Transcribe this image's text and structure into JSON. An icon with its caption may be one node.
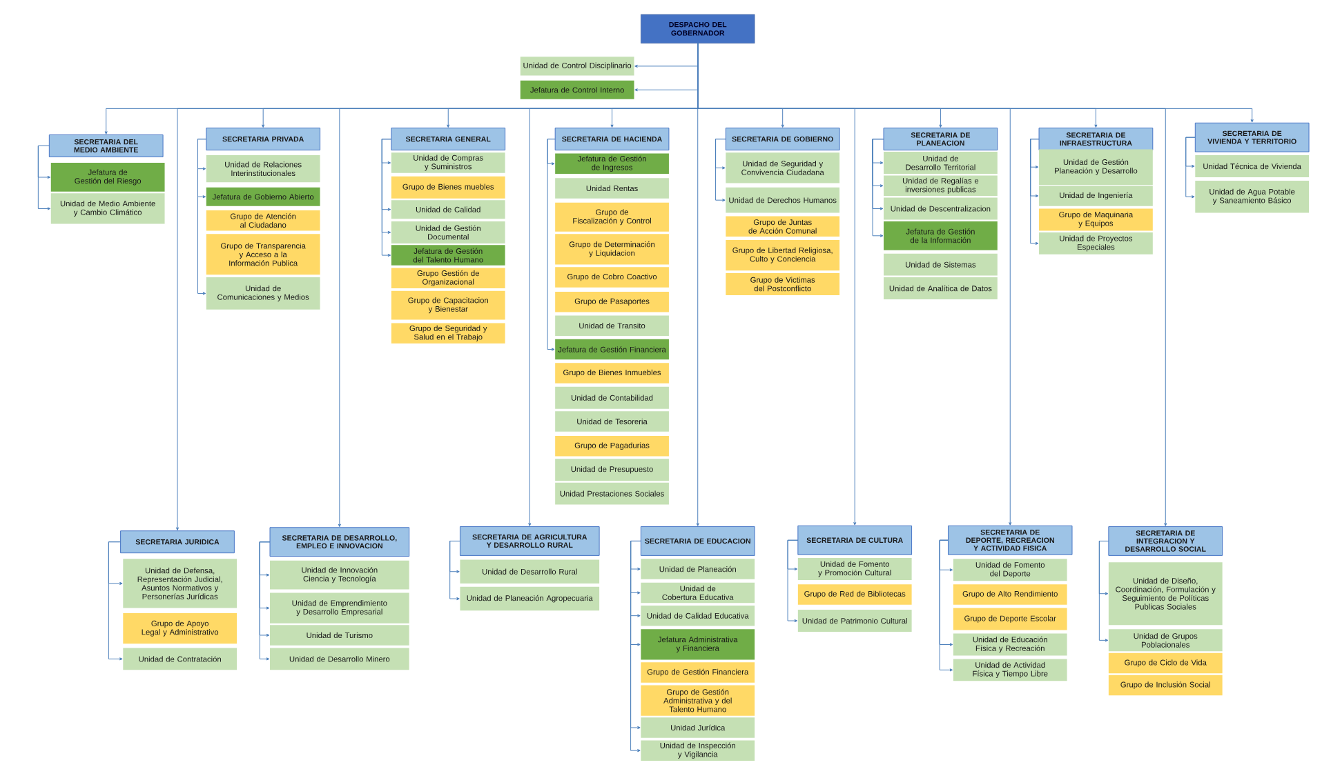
{
  "diagram": {
    "nodes": [
      {
        "text": [
          "DESPACHO DEL GOBERNADOR"
        ]
      },
      {
        "text": [
          "Unidad de Control Disciplinario"
        ]
      },
      {
        "text": [
          "Jefatura de Control Interno"
        ]
      },
      {
        "text": [
          "SECRETARIA DEL MEDIO AMBIENTE"
        ]
      },
      {
        "text": [
          "Jefatura de Gestión del Riesgo"
        ]
      },
      {
        "text": [
          "Unidad de Medio Ambiente y Cambio Climático"
        ]
      },
      {
        "text": [
          "SECRETARIA PRIVADA"
        ]
      },
      {
        "text": [
          "Unidad de Relaciones Interinstitucionales"
        ]
      },
      {
        "text": [
          "Jefatura de Gobierno Abierto"
        ]
      },
      {
        "text": [
          "Grupo de Atención al Ciudadano"
        ]
      },
      {
        "text": [
          "Grupo de Transparencia y Acceso a la Información Publica"
        ]
      },
      {
        "text": [
          "Unidad de Comunicaciones y Medios"
        ]
      },
      {
        "text": [
          "SECRETARIA GENERAL"
        ]
      },
      {
        "text": [
          "Unidad de Compras y Suministros"
        ]
      },
      {
        "text": [
          "Grupo de Bienes muebles"
        ]
      },
      {
        "text": [
          "Unidad de Calidad"
        ]
      },
      {
        "text": [
          "Unidad de Gestión Documental"
        ]
      },
      {
        "text": [
          "Jefatura de Gestión del Talento Humano"
        ]
      },
      {
        "text": [
          "Grupo Gestión de Organizacional"
        ]
      },
      {
        "text": [
          "Grupo de Capacitacion y Bienestar"
        ]
      },
      {
        "text": [
          "Grupo de Seguridad y Salud en el Trabajo"
        ]
      },
      {
        "text": [
          "SECRETARIA DE HACIENDA"
        ]
      },
      {
        "text": [
          "Jefatura de Gestión de Ingresos"
        ]
      },
      {
        "text": [
          "Unidad Rentas"
        ]
      },
      {
        "text": [
          "Grupo de Fiscalización y Control"
        ]
      },
      {
        "text": [
          "Grupo de Determinación y Liquidacion"
        ]
      },
      {
        "text": [
          "Grupo de Cobro Coactivo"
        ]
      },
      {
        "text": [
          "Grupo de Pasaportes"
        ]
      },
      {
        "text": [
          "Unidad de Transito"
        ]
      },
      {
        "text": [
          "Jefatura de Gestión Financiera"
        ]
      },
      {
        "text": [
          "Grupo de Bienes Inmuebles"
        ]
      },
      {
        "text": [
          "Unidad de Contabilidad"
        ]
      },
      {
        "text": [
          "Unidad de Tesoreria"
        ]
      },
      {
        "text": [
          "Grupo de Pagadurias"
        ]
      },
      {
        "text": [
          "Unidad de Presupuesto"
        ]
      },
      {
        "text": [
          "Unidad Prestaciones Sociales"
        ]
      },
      {
        "text": [
          "SECRETARIA DE GOBIERNO"
        ]
      },
      {
        "text": [
          "Unidad de Seguridad y Convivencia Ciudadana"
        ]
      },
      {
        "text": [
          "Unidad de Derechos Humanos"
        ]
      },
      {
        "text": [
          "Grupo de Juntas de Acción Comunal"
        ]
      },
      {
        "text": [
          "Grupo de Libertad Religiosa, Culto y Conciencia"
        ]
      },
      {
        "text": [
          "Grupo de Victimas del Postconflicto"
        ]
      },
      {
        "text": [
          "SECRETARIA DE PLANEACION"
        ]
      },
      {
        "text": [
          "Unidad de Desarrollo Territorial"
        ]
      },
      {
        "text": [
          "Unidad de Regalías e inversiones publicas"
        ]
      },
      {
        "text": [
          "Unidad de Descentralizacion"
        ]
      },
      {
        "text": [
          "Jefatura de Gestión de la Información"
        ]
      },
      {
        "text": [
          "Unidad de Sistemas"
        ]
      },
      {
        "text": [
          "Unidad de Analítica de Datos"
        ]
      },
      {
        "text": [
          "SECRETARIA DE INFRAESTRUCTURA"
        ]
      },
      {
        "text": [
          "Unidad de Gestión Planeación y Desarrollo"
        ]
      },
      {
        "text": [
          "Unidad de Ingeniería"
        ]
      },
      {
        "text": [
          "Grupo de Maquinaria y Equipos"
        ]
      },
      {
        "text": [
          "Unidad de Proyectos Especiales"
        ]
      },
      {
        "text": [
          "SECRETARIA DE VIVIENDA Y TERRITORIO"
        ]
      },
      {
        "text": [
          "Unidad Técnica de Vivienda"
        ]
      },
      {
        "text": [
          "Unidad de Agua Potable y Saneamiento Básico"
        ]
      },
      {
        "text": [
          "SECRETARIA JURIDICA"
        ]
      },
      {
        "text": [
          "Unidad de Defensa, Representación Judicial, Asuntos Normativos y Personerías Jurídicas"
        ]
      },
      {
        "text": [
          "Grupo de Apoyo Legal y Administrativo"
        ]
      },
      {
        "text": [
          "Unidad de Contratación"
        ]
      },
      {
        "text": [
          "SECRETARIA DE DESARROLLO, EMPLEO E INNOVACION"
        ]
      },
      {
        "text": [
          "Unidad de Innovación Ciencia y Tecnología"
        ]
      },
      {
        "text": [
          "Unidad de Emprendimiento y Desarrollo Empresarial"
        ]
      },
      {
        "text": [
          "Unidad de Turismo"
        ]
      },
      {
        "text": [
          "Unidad de Desarrollo Minero"
        ]
      },
      {
        "text": [
          "SECRETARIA DE AGRICULTURA Y DESARROLLO RURAL"
        ]
      },
      {
        "text": [
          "Unidad de Desarrollo Rural"
        ]
      },
      {
        "text": [
          "Unidad de Planeación Agropecuaria"
        ]
      },
      {
        "text": [
          "SECRETARIA DE EDUCACION"
        ]
      },
      {
        "text": [
          "Unidad de Planeación"
        ]
      },
      {
        "text": [
          "Unidad de Cobertura Educativa"
        ]
      },
      {
        "text": [
          "Unidad de Calidad Educativa"
        ]
      },
      {
        "text": [
          "Jefatura Administrativa y Financiera"
        ]
      },
      {
        "text": [
          "Grupo de Gestión Financiera"
        ]
      },
      {
        "text": [
          "Grupo de Gestión Administrativa y del Talento Humano"
        ]
      },
      {
        "text": [
          "Unidad Jurídica"
        ]
      },
      {
        "text": [
          "Unidad de Inspección y Vigilancia"
        ]
      },
      {
        "text": [
          "SECRETARIA DE CULTURA"
        ]
      },
      {
        "text": [
          "Unidad de Fomento y Promoción Cultural"
        ]
      },
      {
        "text": [
          "Grupo de Red de Bibliotecas"
        ]
      },
      {
        "text": [
          "Unidad de Patrimonio Cultural"
        ]
      },
      {
        "text": [
          "SECRETARIA DE DEPORTE, RECREACION Y ACTIVIDAD FISICA"
        ]
      },
      {
        "text": [
          "Unidad de Fomento del Deporte"
        ]
      },
      {
        "text": [
          "Grupo de Alto Rendimiento"
        ]
      },
      {
        "text": [
          "Grupo de Deporte Escolar"
        ]
      },
      {
        "text": [
          "Unidad de Educación Física y Recreación"
        ]
      },
      {
        "text": [
          "Unidad de Actividad Física y Tiempo Libre"
        ]
      },
      {
        "text": [
          "SECRETARIA DE INTEGRACION Y DESARROLLO SOCIAL"
        ]
      },
      {
        "text": [
          "Unidad de Diseño, Coordinación, Formulación y Seguimiento de Políticas Publicas Sociales"
        ]
      },
      {
        "text": [
          "Unidad de Grupos Poblacionales"
        ]
      },
      {
        "text": [
          "Grupo de Ciclo de Vida"
        ]
      },
      {
        "text": [
          "Grupo de Inclusión Social"
        ]
      }
    ],
    "edges": [
      {
        "from": 0,
        "to": 1,
        "arrow": "to"
      },
      {
        "from": 0,
        "to": 2,
        "arrow": "to"
      },
      {
        "from": 0,
        "to": 3,
        "arrow": "to"
      },
      {
        "from": 0,
        "to": 6,
        "arrow": "to"
      },
      {
        "from": 0,
        "to": 12,
        "arrow": "to"
      },
      {
        "from": 0,
        "to": 21,
        "arrow": "to"
      },
      {
        "from": 0,
        "to": 36,
        "arrow": "to"
      },
      {
        "from": 0,
        "to": 42,
        "arrow": "to"
      },
      {
        "from": 0,
        "to": 49,
        "arrow": "to"
      },
      {
        "from": 0,
        "to": 54,
        "arrow": "to"
      },
      {
        "from": 0,
        "to": 57,
        "arrow": "to"
      },
      {
        "from": 0,
        "to": 61,
        "arrow": "to"
      },
      {
        "from": 0,
        "to": 66,
        "arrow": "to"
      },
      {
        "from": 0,
        "to": 69,
        "arrow": "to"
      },
      {
        "from": 0,
        "to": 78,
        "arrow": "to"
      },
      {
        "from": 0,
        "to": 82,
        "arrow": "to"
      },
      {
        "from": 0,
        "to": 88,
        "arrow": "to"
      },
      {
        "from": 3,
        "to": 4,
        "arrow": "to"
      },
      {
        "from": 3,
        "to": 5,
        "arrow": "to"
      },
      {
        "from": 6,
        "to": 7,
        "arrow": "to"
      },
      {
        "from": 6,
        "to": 8,
        "arrow": "to"
      },
      {
        "from": 6,
        "to": 11,
        "arrow": "to"
      },
      {
        "from": 12,
        "to": 13,
        "arrow": "to"
      },
      {
        "from": 12,
        "to": 15,
        "arrow": "to"
      },
      {
        "from": 12,
        "to": 16,
        "arrow": "to"
      },
      {
        "from": 12,
        "to": 17,
        "arrow": "to"
      },
      {
        "from": 21,
        "to": 22,
        "arrow": "to"
      },
      {
        "from": 21,
        "to": 29,
        "arrow": "to"
      },
      {
        "from": 36,
        "to": 37,
        "arrow": "to"
      },
      {
        "from": 36,
        "to": 38,
        "arrow": "to"
      },
      {
        "from": 42,
        "to": 43,
        "arrow": "to"
      },
      {
        "from": 42,
        "to": 44,
        "arrow": "to"
      },
      {
        "from": 42,
        "to": 45,
        "arrow": "to"
      },
      {
        "from": 42,
        "to": 46,
        "arrow": "to"
      },
      {
        "from": 49,
        "to": 50,
        "arrow": "to"
      },
      {
        "from": 49,
        "to": 51,
        "arrow": "to"
      },
      {
        "from": 49,
        "to": 53,
        "arrow": "to"
      },
      {
        "from": 54,
        "to": 55,
        "arrow": "to"
      },
      {
        "from": 54,
        "to": 56,
        "arrow": "to"
      },
      {
        "from": 57,
        "to": 58,
        "arrow": "to"
      },
      {
        "from": 57,
        "to": 60,
        "arrow": "to"
      },
      {
        "from": 61,
        "to": 62,
        "arrow": "to"
      },
      {
        "from": 61,
        "to": 63,
        "arrow": "to"
      },
      {
        "from": 61,
        "to": 64,
        "arrow": "to"
      },
      {
        "from": 61,
        "to": 65,
        "arrow": "to"
      },
      {
        "from": 66,
        "to": 67,
        "arrow": "to"
      },
      {
        "from": 66,
        "to": 68,
        "arrow": "to"
      },
      {
        "from": 69,
        "to": 70,
        "arrow": "to"
      },
      {
        "from": 69,
        "to": 71,
        "arrow": "to"
      },
      {
        "from": 69,
        "to": 72,
        "arrow": "to"
      },
      {
        "from": 69,
        "to": 73,
        "arrow": "to"
      },
      {
        "from": 69,
        "to": 76,
        "arrow": "to"
      },
      {
        "from": 69,
        "to": 77,
        "arrow": "to"
      },
      {
        "from": 78,
        "to": 79,
        "arrow": "to"
      },
      {
        "from": 78,
        "to": 81,
        "arrow": "to"
      },
      {
        "from": 82,
        "to": 83,
        "arrow": "to"
      },
      {
        "from": 82,
        "to": 86,
        "arrow": "to"
      },
      {
        "from": 82,
        "to": 87,
        "arrow": "to"
      },
      {
        "from": 88,
        "to": 89,
        "arrow": "to"
      },
      {
        "from": 88,
        "to": 90,
        "arrow": "to"
      }
    ]
  }
}
